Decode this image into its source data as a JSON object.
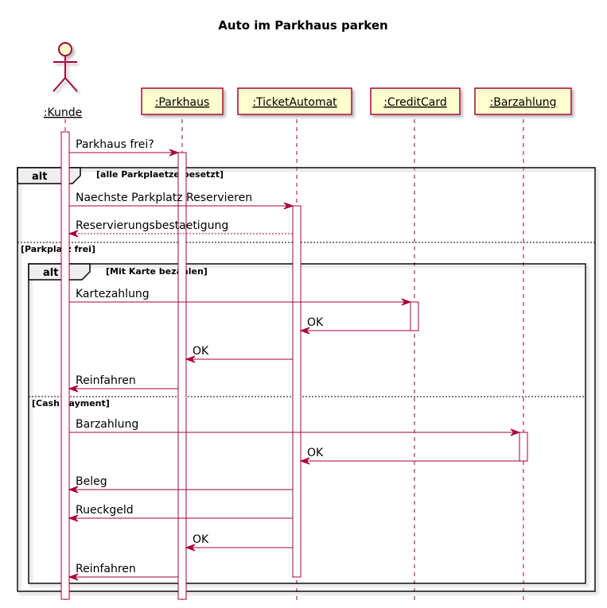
{
  "title": "Auto im Parkhaus parken",
  "colors": {
    "arrow": "#a80036",
    "border": "#a80036",
    "box_fill": "#fefece",
    "lifeline": "#a80036",
    "text": "#000000",
    "fragment_border": "#000000",
    "shadow": "#c8c8c8"
  },
  "participants": [
    {
      "id": "kunde",
      "label": ":Kunde",
      "kind": "actor"
    },
    {
      "id": "parkhaus",
      "label": ":Parkhaus",
      "kind": "box"
    },
    {
      "id": "ticket",
      "label": ":TicketAutomat",
      "kind": "box"
    },
    {
      "id": "credit",
      "label": ":CreditCard",
      "kind": "box"
    },
    {
      "id": "bar",
      "label": ":Barzahlung",
      "kind": "box"
    }
  ],
  "messages": [
    {
      "from": "kunde",
      "to": "parkhaus",
      "label": "Parkhaus frei?",
      "style": "solid"
    },
    {
      "from": "kunde",
      "to": "ticket",
      "label": "Naechste Parkplatz Reservieren",
      "style": "solid"
    },
    {
      "from": "ticket",
      "to": "kunde",
      "label": "Reservierungsbestaetigung",
      "style": "dashed"
    },
    {
      "from": "kunde",
      "to": "credit",
      "label": "Kartezahlung",
      "style": "solid"
    },
    {
      "from": "credit",
      "to": "ticket",
      "label": "OK",
      "style": "solid"
    },
    {
      "from": "ticket",
      "to": "parkhaus",
      "label": "OK",
      "style": "solid"
    },
    {
      "from": "parkhaus",
      "to": "kunde",
      "label": "Reinfahren",
      "style": "solid"
    },
    {
      "from": "kunde",
      "to": "bar",
      "label": "Barzahlung",
      "style": "solid"
    },
    {
      "from": "bar",
      "to": "ticket",
      "label": "OK",
      "style": "solid"
    },
    {
      "from": "ticket",
      "to": "kunde",
      "label": "Beleg",
      "style": "solid"
    },
    {
      "from": "ticket",
      "to": "kunde",
      "label": "Rueckgeld",
      "style": "solid"
    },
    {
      "from": "ticket",
      "to": "parkhaus",
      "label": "OK",
      "style": "solid"
    },
    {
      "from": "parkhaus",
      "to": "kunde",
      "label": "Reinfahren",
      "style": "solid"
    }
  ],
  "fragments": [
    {
      "keyword": "alt",
      "guard": "[alle Parkplaetze besetzt]",
      "else_guard": "[Parkplatz frei]"
    },
    {
      "keyword": "alt",
      "guard": "[Mit Karte bezahlen]",
      "else_guard": "[Cash Payment]"
    }
  ]
}
